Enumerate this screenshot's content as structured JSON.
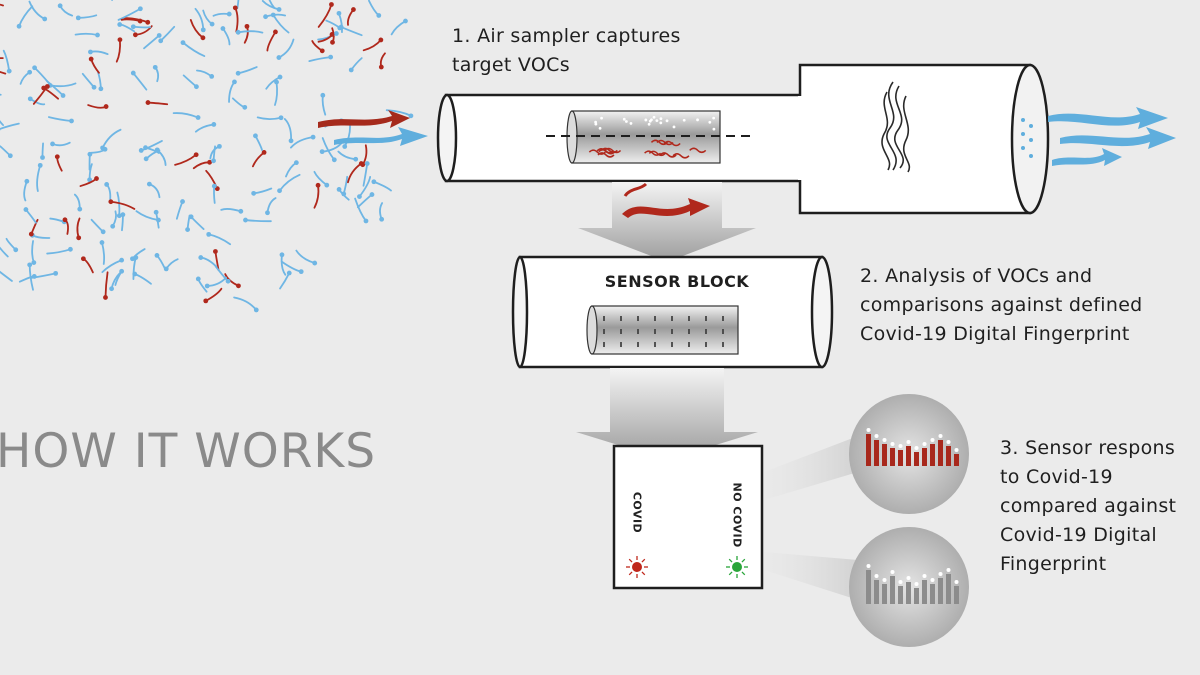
{
  "title": "HOW IT WORKS",
  "steps": {
    "step1": [
      "1. Air sampler captures",
      "target VOCs"
    ],
    "step2": [
      "2. Analysis of VOCs and",
      "comparisons against defined",
      "Covid-19 Digital Fingerprint"
    ],
    "step3": [
      "3. Sensor respons",
      "to Covid-19",
      "compared against",
      "Covid-19 Digital",
      "Fingerprint"
    ]
  },
  "sensor_block_label": "SENSOR BLOCK",
  "result_panel": {
    "covid_label": "COVID",
    "no_covid_label": "NO COVID"
  },
  "colors": {
    "background": "#ebebeb",
    "voc_target": "#b0281c",
    "voc_air": "#6fb6e4",
    "covid_indicator": "#c0281c",
    "no_covid_indicator": "#2aa53a",
    "title_text": "#8a8a8a"
  },
  "icons": {
    "fan": "fan-icon",
    "covid_light": "red-indicator-icon",
    "no_covid_light": "green-indicator-icon"
  }
}
